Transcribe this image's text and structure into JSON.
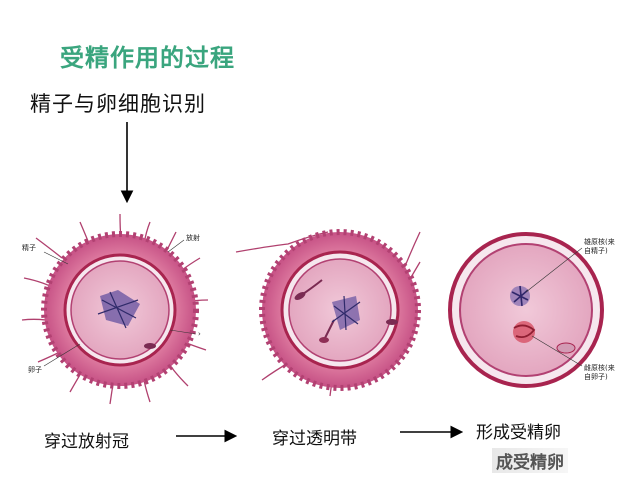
{
  "title": "受精作用的过程",
  "subtitle": "精子与卵细胞识别",
  "stages": [
    {
      "label": "穿过放射冠"
    },
    {
      "label": "穿过透明带"
    },
    {
      "label": "形成受精卵"
    }
  ],
  "watermark": "成受精卵",
  "cell1": {
    "label_sperm": "精子",
    "label_corona": "放射",
    "label_nucleus": "卵子"
  },
  "cell3": {
    "label_male_line1": "雄原核(来",
    "label_male_line2": "自精子)",
    "label_female_line1": "雌原核(来",
    "label_female_line2": "自卵子)"
  },
  "colors": {
    "title": "#3aa57e",
    "corona": "#cf5f88",
    "cytoplasm": "#ecbdd0",
    "zona": "#f6e7ee",
    "membrane": "#a8244f"
  }
}
